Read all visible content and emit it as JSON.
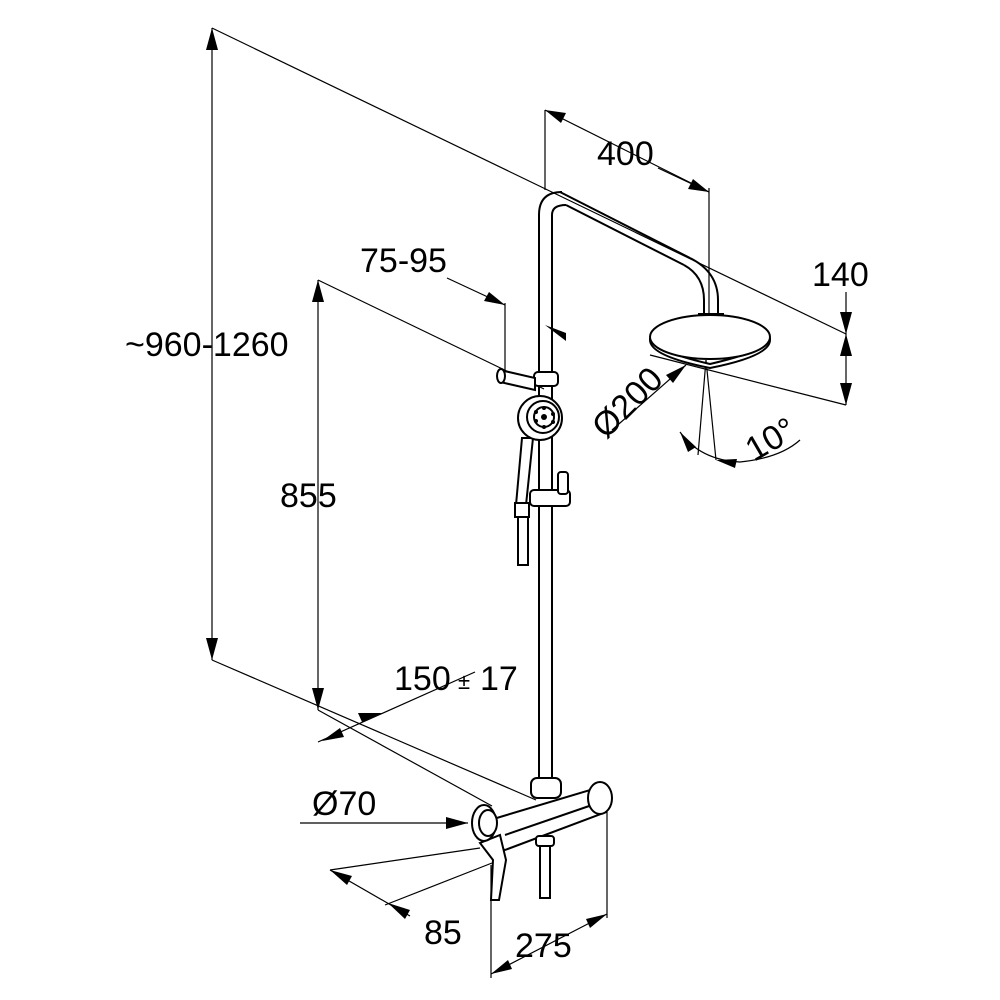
{
  "drawing": {
    "subject": "shower system dimension drawing",
    "dimensions": {
      "overall_height": "~960-1260",
      "head_arm_projection": "400",
      "holder_offset": "75-95",
      "head_height": "140",
      "holder_height": "855",
      "head_diameter": "Ø200",
      "tilt_angle": "10°",
      "inlet_centres_value": "150",
      "inlet_centres_pm": "±",
      "inlet_centres_tol": "17",
      "escutcheon_diameter": "Ø70",
      "wall_projection": "85",
      "mixer_width": "275"
    }
  }
}
